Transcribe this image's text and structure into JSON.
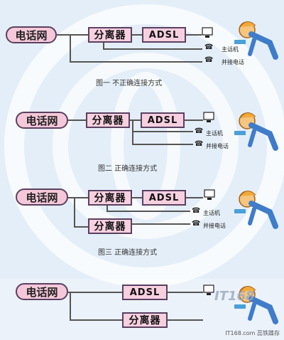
{
  "labels": {
    "phone_network": "电话网",
    "splitter": "分离器",
    "adsl": "ADSL",
    "main_phone": "主话机",
    "parallel_phone": "并接电话"
  },
  "captions": {
    "fig1": "图一  不正确连接方式",
    "fig2": "图二  正确连接方式",
    "fig3": "图三  正确连接方式"
  },
  "watermark": {
    "logo": "IT168",
    "text": "IT168.com 蕊铁蹂存"
  },
  "colors": {
    "pill_fill": "#f5c8d9",
    "box_fill": "#f7d0e0",
    "outline": "#5a4060",
    "wire": "#555555",
    "background": "#e4eef8"
  }
}
